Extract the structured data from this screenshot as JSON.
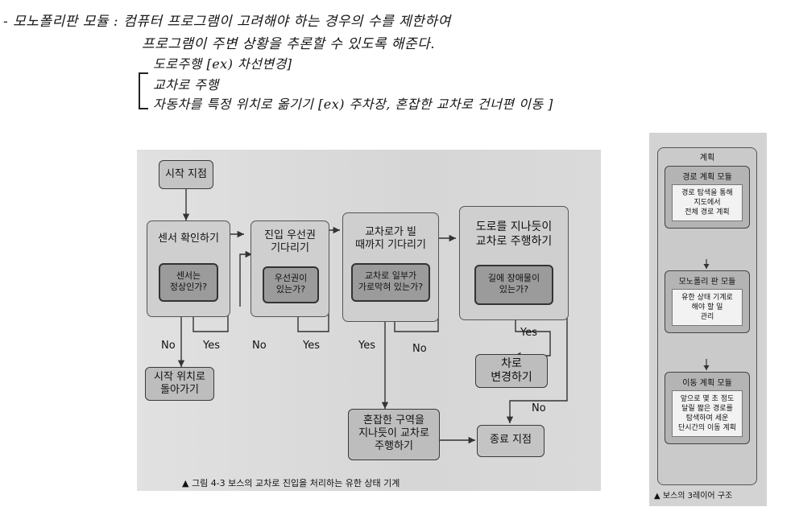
{
  "notes": {
    "line1": "- 모노폴리판 모듈 : 컴퓨터 프로그램이 고려해야 하는 경우의 수를 제한하여",
    "line2": "프로그램이 주변 상황을 추론할 수 있도록 해준다.",
    "item1": "도로주행 [ex) 차선변경]",
    "item2": "교차로 주행",
    "item3": "자동차를 특정 위치로 옮기기 [ex) 주차장, 혼잡한 교차로 건너편 이동 ]"
  },
  "flowchart": {
    "start": "시작 지점",
    "sensor_outer": "센서 확인하기",
    "sensor_inner": "센서는\n정상인가?",
    "priority_outer": "진입 우선권\n기다리기",
    "priority_inner": "우선권이\n있는가?",
    "intersection_outer": "교차로가 빌\n때까지 기다리기",
    "intersection_inner": "교차로 일부가\n가로막혀 있는가?",
    "road_outer": "도로를 지나듯이\n교차로 주행하기",
    "road_inner": "길에 장애물이\n있는가?",
    "return_start": "시작 위치로\n돌아가기",
    "change_lane": "차로\n변경하기",
    "congested": "혼잡한 구역을\n지나듯이 교차로\n주행하기",
    "end": "종료 지점",
    "labels": {
      "no1": "No",
      "yes1": "Yes",
      "no2": "No",
      "yes2": "Yes",
      "yes3": "Yes",
      "no3": "No",
      "yes4": "Yes",
      "no4": "No"
    },
    "caption": "▲ 그림 4-3 보스의 교차로 진입을 처리하는 유한 상태 기계"
  },
  "layers": {
    "title": "계획",
    "route_head": "경로 계획 모듈",
    "route_body": "경로 탐색을 통해\n지도에서\n전체 경로 계획",
    "mono_head": "모노폴리 판 모듈",
    "mono_body": "유한 상태 기계로\n해야 할 일\n관리",
    "move_head": "이동 계획 모듈",
    "move_body": "앞으로 몇 초 정도\n달릴 짧은 경로를\n탐색하여 세운\n단시간의 이동 계획",
    "caption": "▲ 보스의 3레이어 구조"
  }
}
